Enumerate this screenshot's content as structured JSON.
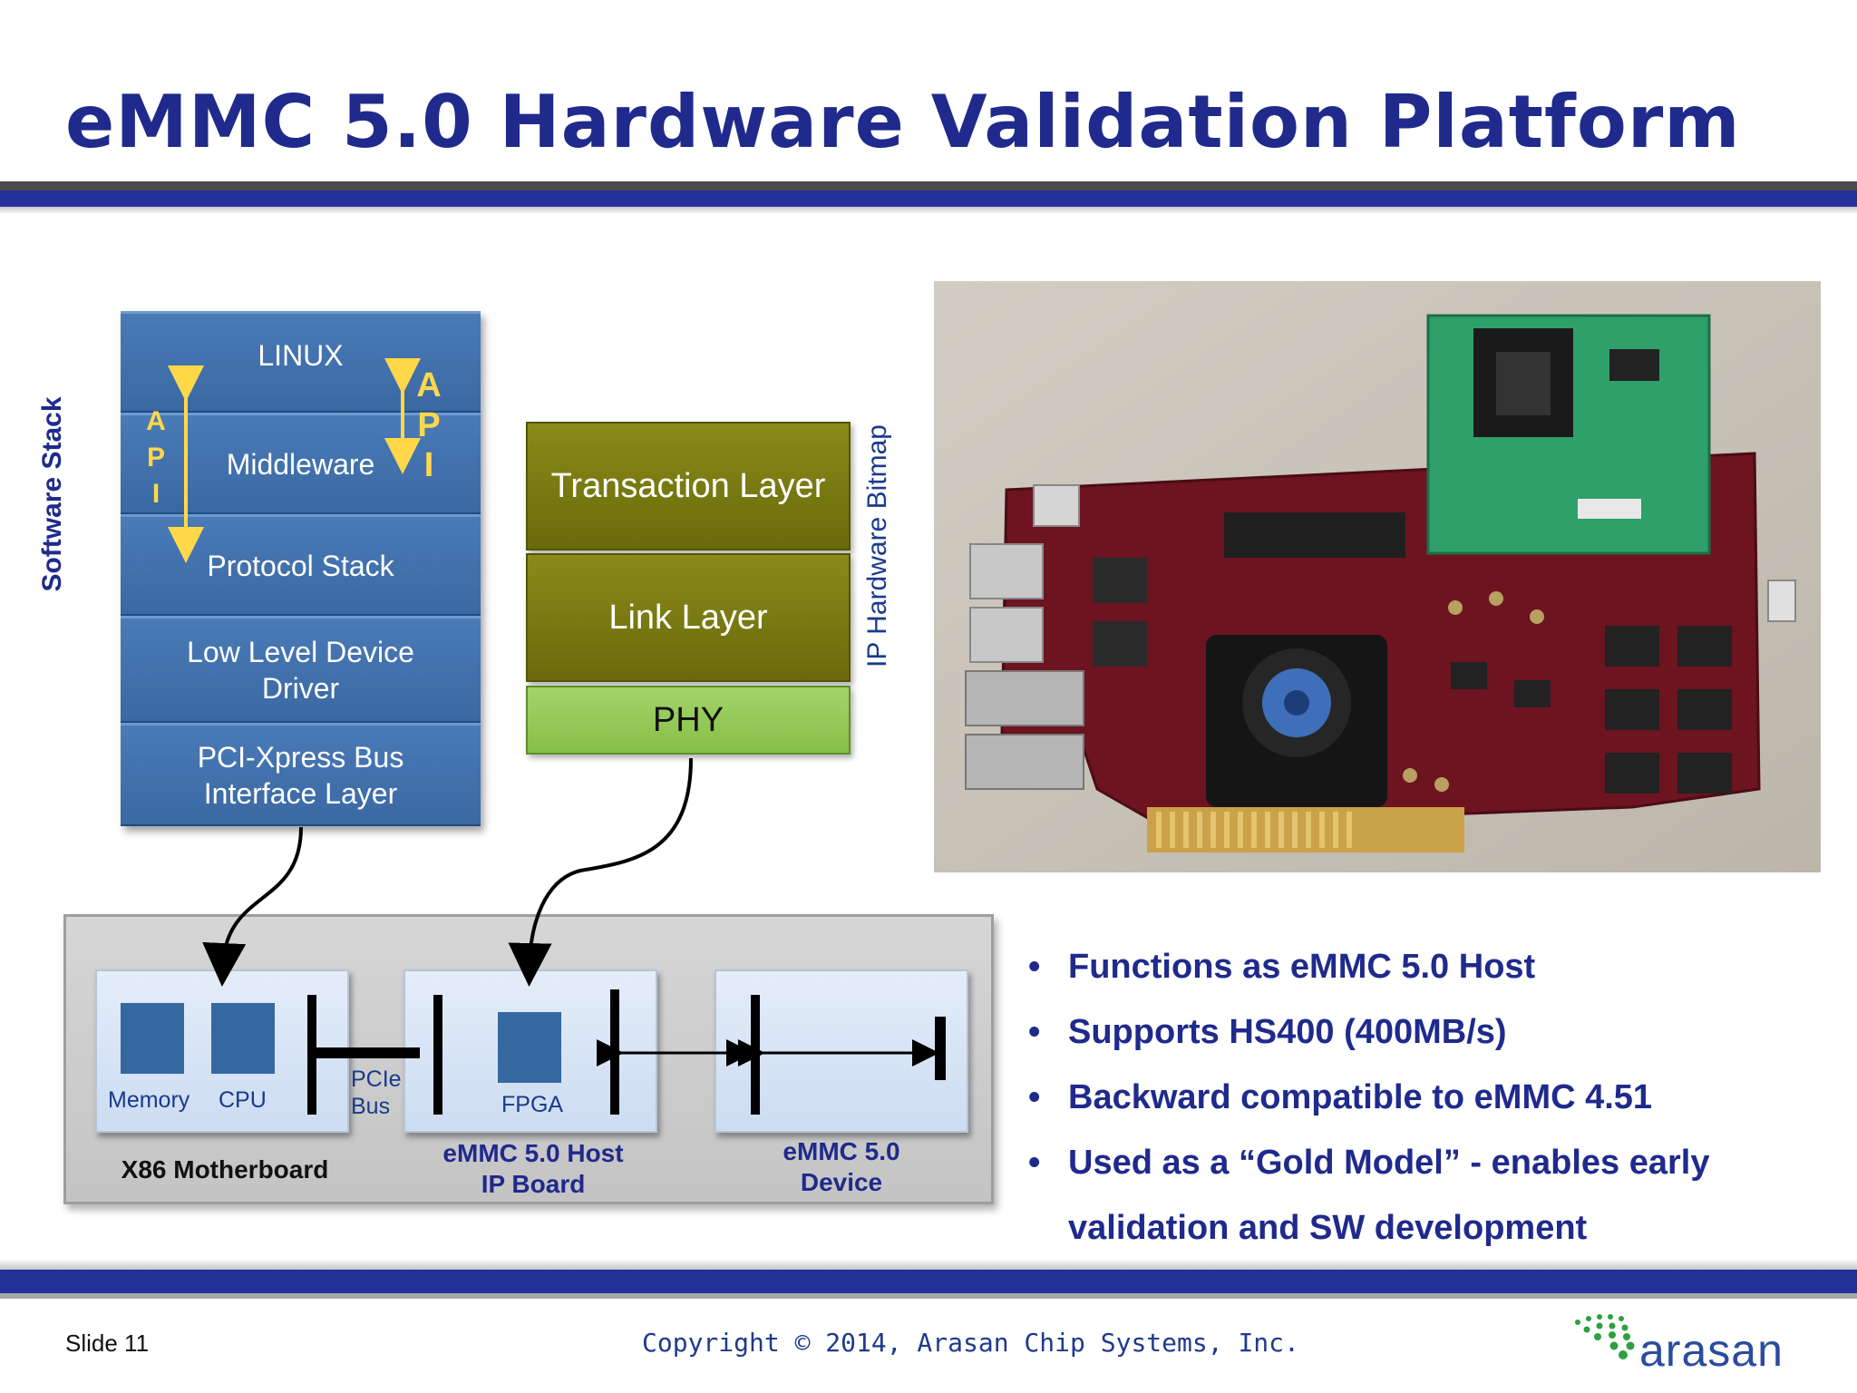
{
  "slide": {
    "title": "eMMC 5.0 Hardware Validation Platform",
    "slide_number": "Slide 11",
    "copyright": "Copyright © 2014, Arasan Chip Systems, Inc.",
    "logo_text": "arasan"
  },
  "software_stack": {
    "label": "Software Stack",
    "layers": [
      "LINUX",
      "Middleware",
      "Protocol Stack",
      [
        "Low Level Device",
        "Driver"
      ],
      [
        "PCI-Xpress Bus",
        "Interface Layer"
      ]
    ],
    "api_left": [
      "A",
      "P",
      "I"
    ],
    "api_right": [
      "A",
      "P",
      "I"
    ]
  },
  "ip_stack": {
    "label": "IP Hardware Bitmap",
    "layers": [
      "Transaction Layer",
      "Link Layer",
      "PHY"
    ]
  },
  "platform": {
    "motherboard": {
      "memory": "Memory",
      "cpu": "CPU",
      "caption": "X86 Motherboard"
    },
    "bus_label": [
      "PCIe",
      "Bus"
    ],
    "host_board": {
      "fpga": "FPGA",
      "caption": [
        "eMMC 5.0 Host",
        "IP Board"
      ]
    },
    "device": {
      "caption": [
        "eMMC 5.0",
        "Device"
      ]
    }
  },
  "bullets": [
    "Functions as eMMC 5.0 Host",
    "Supports HS400 (400MB/s)",
    "Backward compatible to eMMC 4.51",
    "Used as a “Gold Model” - enables early validation and SW development"
  ],
  "colors": {
    "title_blue": "#1f2a8c",
    "stack_blue": "#3a68a3",
    "olive": "#6a6a0c",
    "phy_green": "#86bf48",
    "api_yellow": "#ffd84a"
  }
}
